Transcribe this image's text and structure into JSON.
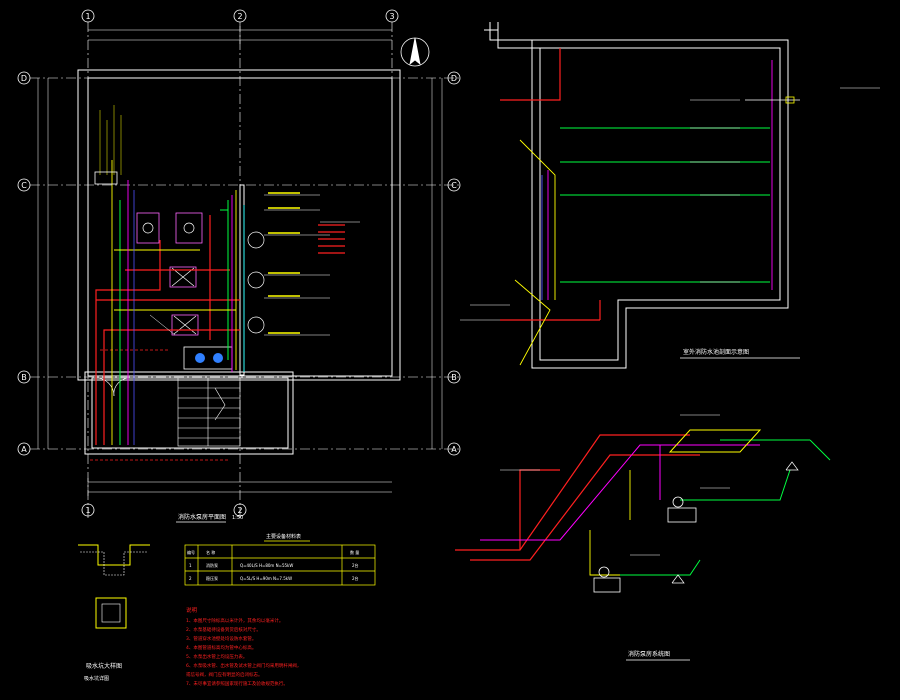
{
  "colors": {
    "background": "#000000",
    "white": "#ffffff",
    "yellow": "#ffff00",
    "red": "#ff2020",
    "green": "#00ff40",
    "cyan": "#00ffff",
    "magenta": "#ff00ff",
    "blue": "#5050ff",
    "gray": "#b0b0b0"
  },
  "plan": {
    "axis_top": [
      "1",
      "2",
      "3"
    ],
    "axis_left": [
      "D",
      "C",
      "B",
      "A"
    ],
    "axis_right": [
      "D",
      "C",
      "B",
      "A"
    ],
    "axis_bottom": [
      "1",
      "2"
    ],
    "title": "消防水泵房平面图",
    "scale": "1:50",
    "north_icon": "north-arrow-icon"
  },
  "section": {
    "title": "室外消防水池剖面示意图"
  },
  "isometric": {
    "title": "消防泵房系统图"
  },
  "detail": {
    "title": "吸水坑大样图",
    "subtitle": "吸水坑详图"
  },
  "table": {
    "title": "主要设备材料表",
    "rows": [
      {
        "no": "编号",
        "name": "名 称",
        "spec": "",
        "qty": "数 量"
      },
      {
        "no": "1",
        "name": "消防泵",
        "spec": "Q=40L/S H=80m N=55kW",
        "qty": "2台"
      },
      {
        "no": "2",
        "name": "稳压泵",
        "spec": "Q=5L/S H=90m N=7.5kW",
        "qty": "2台"
      }
    ]
  },
  "notes": {
    "heading": "说明",
    "lines": [
      "1、本图尺寸除标高以米计外，其余均以毫米计。",
      "2、水泵基础待设备到货后核对尺寸。",
      "3、管道穿水池壁处均设防水套管。",
      "4、本图管道标高均为管中心标高。",
      "5、水泵出水管上均设压力表。",
      "6、水泵吸水管、出水管及试水管上阀门均采用明杆闸阀，",
      "   或信号阀，阀门应有明显的启闭标志。",
      "7、未尽事宜请参照国家现行施工及验收规范执行。"
    ]
  }
}
